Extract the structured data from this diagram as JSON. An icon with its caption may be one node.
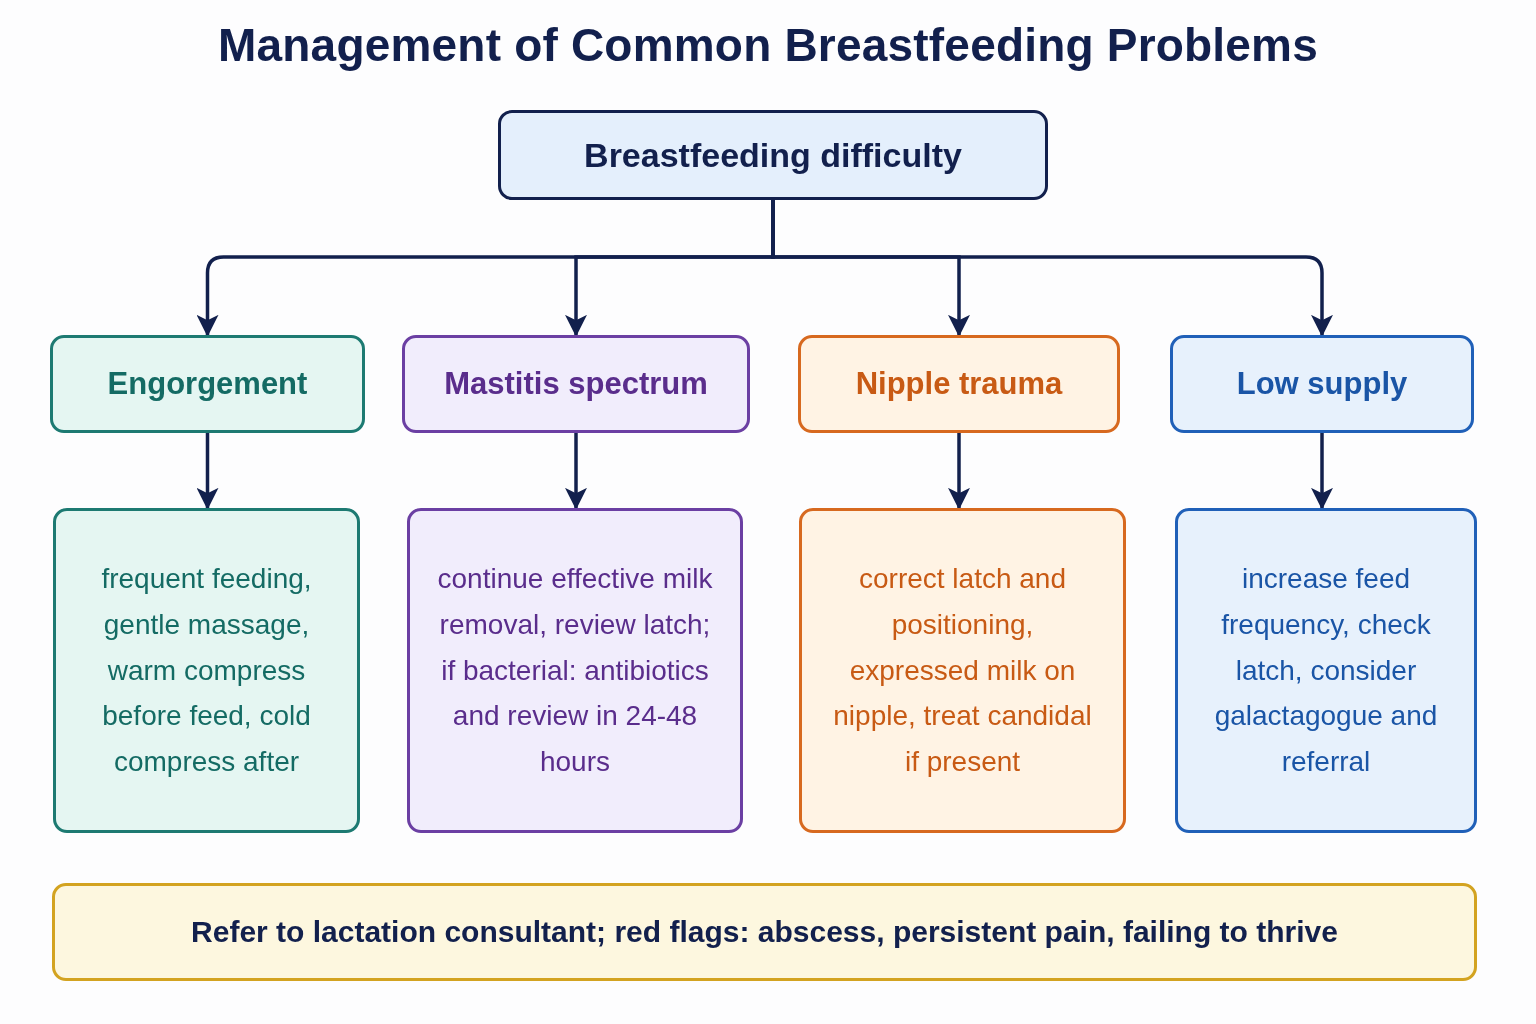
{
  "diagram": {
    "title": "Management of Common Breastfeeding Problems",
    "nodes": [
      {
        "text": [
          "Breastfeeding difficulty"
        ]
      },
      {
        "text": [
          "Engorgement"
        ]
      },
      {
        "text": [
          "Mastitis spectrum"
        ]
      },
      {
        "text": [
          "Nipple trauma"
        ]
      },
      {
        "text": [
          "Low supply"
        ]
      },
      {
        "text": [
          "frequent feeding, gentle massage, warm compress before feed, cold compress after"
        ]
      },
      {
        "text": [
          "continue effective milk removal, review latch; if bacterial: antibiotics and review in 24-48 hours"
        ]
      },
      {
        "text": [
          "correct latch and positioning, expressed milk on nipple, treat candidal if present"
        ]
      },
      {
        "text": [
          "increase feed frequency, check latch, consider galactagogue and referral"
        ]
      },
      {
        "text": [
          "Refer to lactation consultant; red flags: abscess, persistent pain, failing to thrive"
        ]
      }
    ],
    "edges": [
      {
        "from": 0,
        "to": 1,
        "arrow": "to"
      },
      {
        "from": 0,
        "to": 2,
        "arrow": "to"
      },
      {
        "from": 0,
        "to": 3,
        "arrow": "to"
      },
      {
        "from": 0,
        "to": 4,
        "arrow": "to"
      },
      {
        "from": 1,
        "to": 5,
        "arrow": "to"
      },
      {
        "from": 2,
        "to": 6,
        "arrow": "to"
      },
      {
        "from": 3,
        "to": 7,
        "arrow": "to"
      },
      {
        "from": 4,
        "to": 8,
        "arrow": "to"
      }
    ]
  }
}
